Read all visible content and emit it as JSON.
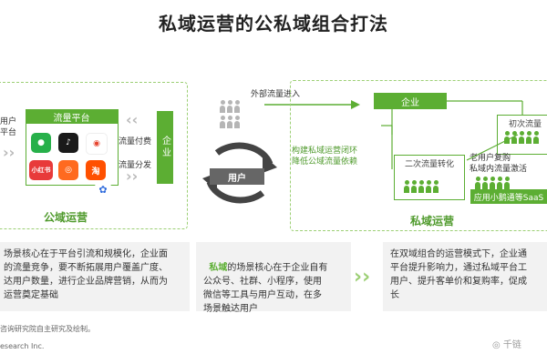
{
  "title": "私域运营的公私域组合打法",
  "public": {
    "left_cut_text": "用户\n平台",
    "traffic_platform": "流量平台",
    "apps": [
      {
        "name": "wechat-icon",
        "label": "微",
        "color": "#27b04a"
      },
      {
        "name": "tiktok-icon",
        "label": "♪",
        "color": "#1a1a1a"
      },
      {
        "name": "weibo-icon",
        "label": "微",
        "color": "#e6442f"
      },
      {
        "name": "xiaohongshu-icon",
        "label": "小红书",
        "color": "#e83a3a"
      },
      {
        "name": "kuaishou-icon",
        "label": "快",
        "color": "#ff6a1f"
      },
      {
        "name": "taobao-icon",
        "label": "淘",
        "color": "#ff5000"
      },
      {
        "name": "baidu-icon",
        "label": "度",
        "color": "#2f6bdc"
      }
    ],
    "flow_pay": "流量付费",
    "flow_distribute": "流量分发",
    "enterprise": "企业",
    "label": "公域运营"
  },
  "center": {
    "user": "用户",
    "external_traffic": "外部流量进入"
  },
  "private": {
    "enterprise": "企业",
    "first_traffic": "初次流量",
    "closed_loop": "构建私域运营闭环\n降低公域流量依赖",
    "second_conversion": "二次流量转化",
    "old_user": "老用户复购\n私域内流量激活",
    "tools": "应用小鹅通等SaaS",
    "label": "私域运营"
  },
  "descriptions": {
    "public": "场景核心在于平台引流和规模化，企业面\n的流量竞争，要不断拓展用户覆盖广度、\n达用户数量，进行企业品牌营销，从而为\n运营奠定基础",
    "private_highlight": "私域",
    "private": "的场景核心在于企业自有\n公众号、社群、小程序，使用\n微信等工具与用户互动，在多\n场景触达用户",
    "combo": "在双域组合的运营模式下，企业通\n平台提升影响力，通过私域平台工\n用户、提升客单价和复购率，促成\n长"
  },
  "footer": {
    "source": "咨询研究院自主研究及绘制。",
    "copyright": "esearch Inc."
  },
  "colors": {
    "accent": "#5cae33",
    "dash": "#9ccf74"
  }
}
